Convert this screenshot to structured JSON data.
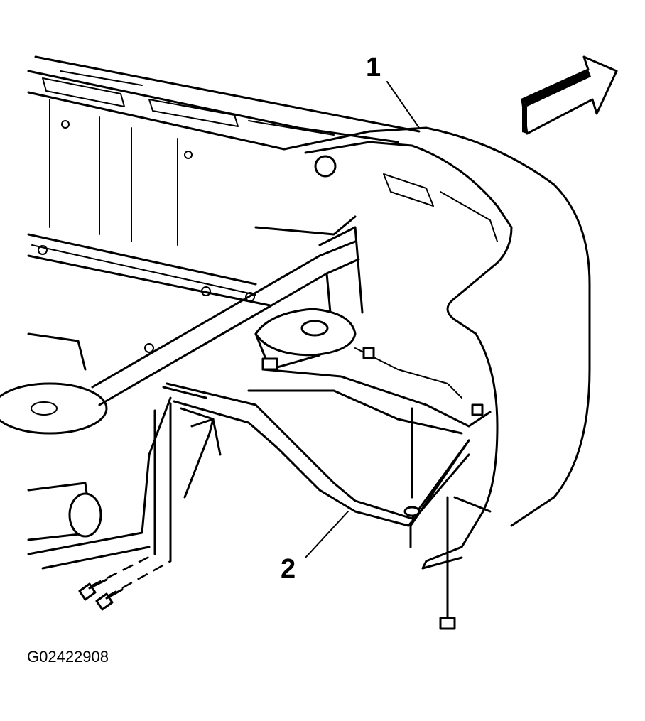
{
  "diagram": {
    "callouts": [
      {
        "id": "1",
        "label": "1"
      },
      {
        "id": "2",
        "label": "2"
      }
    ],
    "figure_code": "G02422908",
    "icons": [
      "direction-arrow-icon",
      "bolt-icon"
    ],
    "colors": {
      "line": "#000000",
      "background": "#ffffff"
    }
  }
}
